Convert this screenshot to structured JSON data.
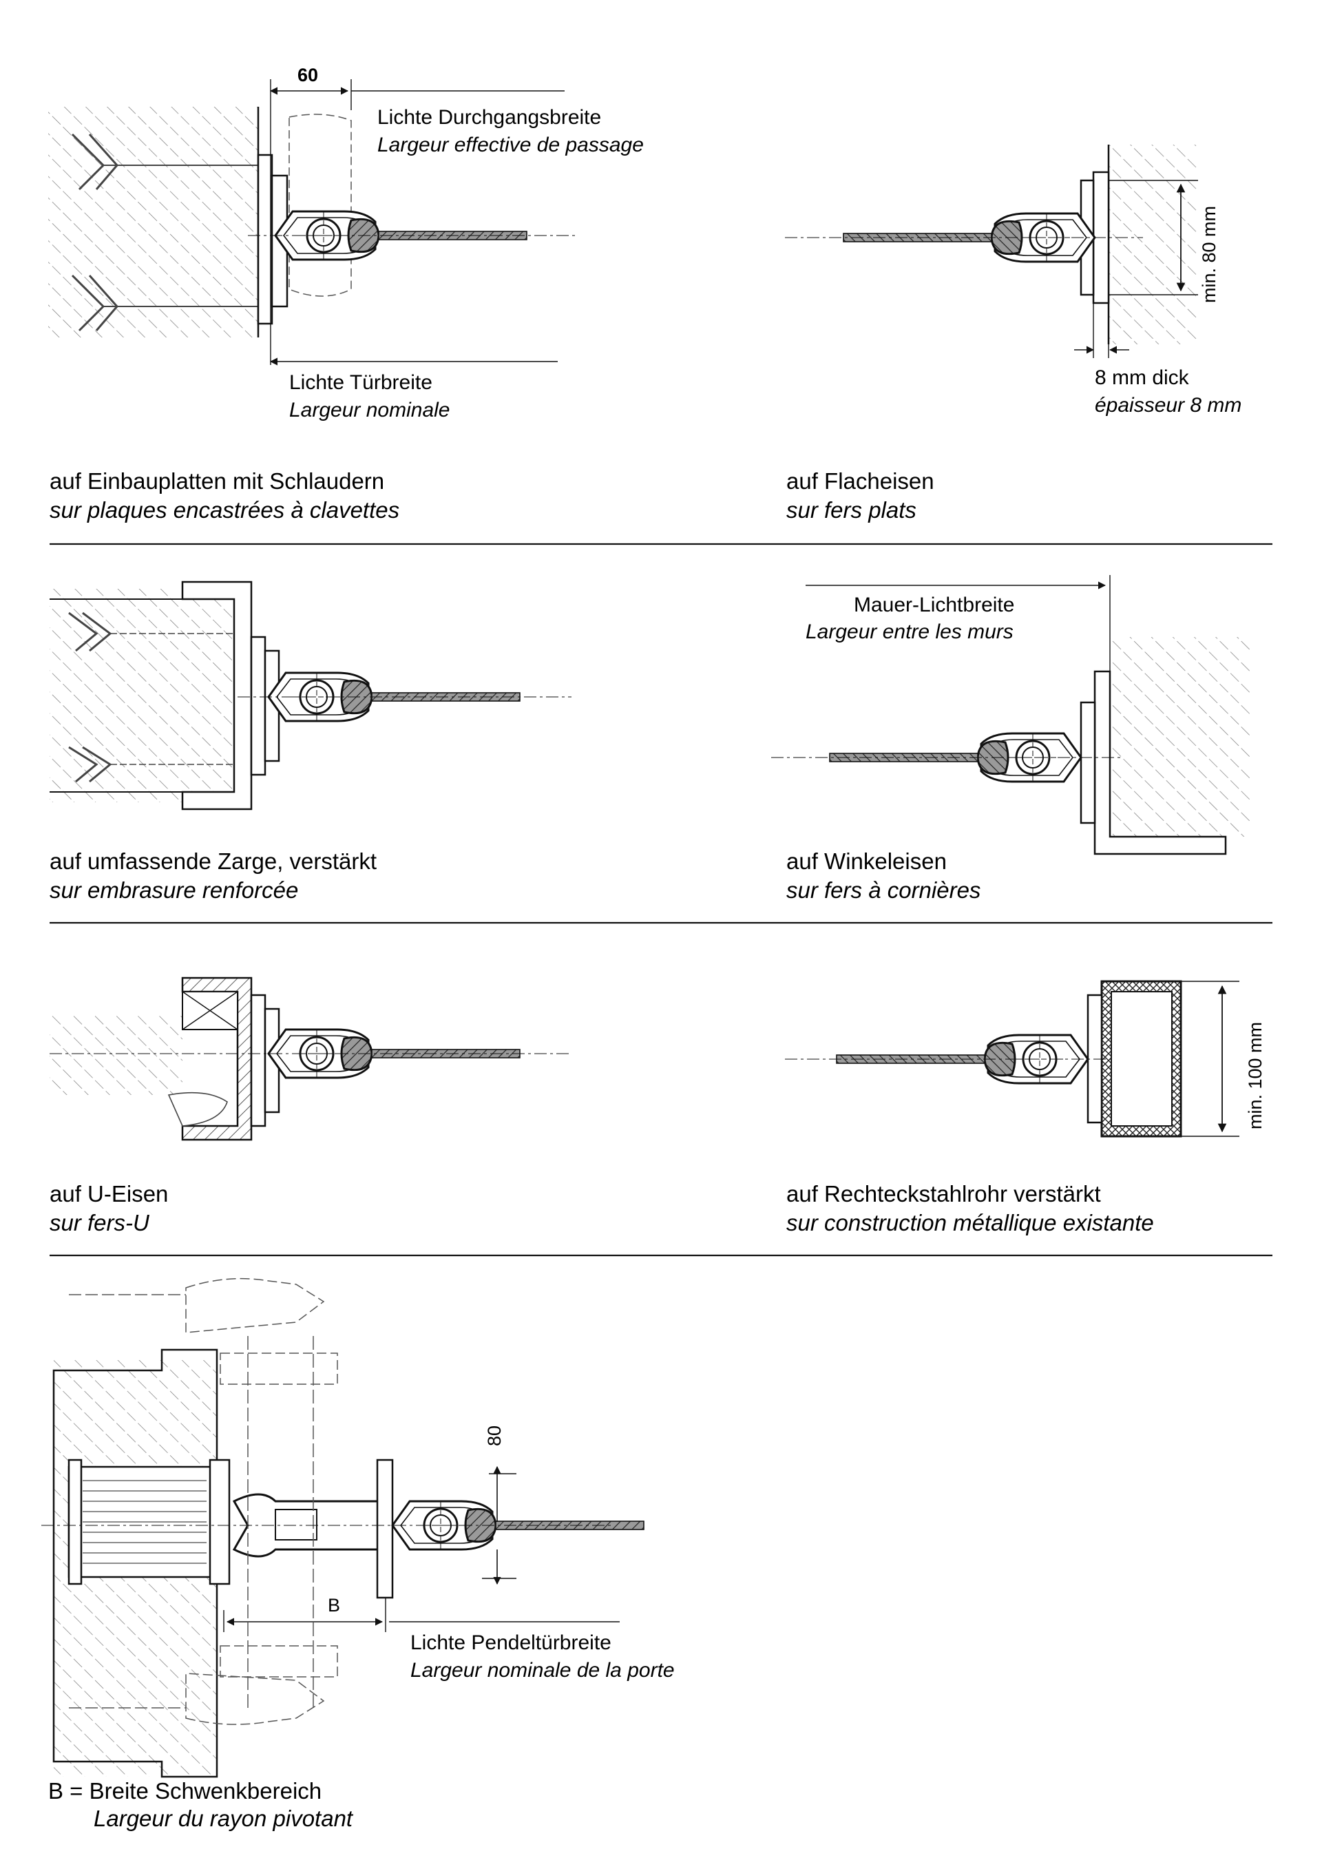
{
  "figures": [
    {
      "id": "fig1",
      "dimension": "60",
      "labels": [
        {
          "de": "Lichte Durchgangsbreite",
          "fr": "Largeur effective de passage"
        },
        {
          "de": "Lichte Türbreite",
          "fr": "Largeur nominale"
        }
      ],
      "caption": {
        "de": "auf Einbauplatten mit Schlaudern",
        "fr": "sur plaques encastrées à clavettes"
      }
    },
    {
      "id": "fig2",
      "dimension": "min. 80 mm",
      "labels": [
        {
          "de": "8 mm dick",
          "fr": "épaisseur 8 mm"
        }
      ],
      "caption": {
        "de": "auf Flacheisen",
        "fr": "sur fers plats"
      }
    },
    {
      "id": "fig3",
      "caption": {
        "de": "auf umfassende Zarge, verstärkt",
        "fr": "sur embrasure renforcée"
      }
    },
    {
      "id": "fig4",
      "labels": [
        {
          "de": "Mauer-Lichtbreite",
          "fr": "Largeur entre les murs"
        }
      ],
      "caption": {
        "de": "auf Winkeleisen",
        "fr": "sur fers à cornières"
      }
    },
    {
      "id": "fig5",
      "caption": {
        "de": "auf U-Eisen",
        "fr": "sur fers-U"
      }
    },
    {
      "id": "fig6",
      "dimension": "min. 100 mm",
      "caption": {
        "de": "auf Rechteckstahlrohr verstärkt",
        "fr": "sur construction métallique existante"
      }
    },
    {
      "id": "fig7",
      "dimension": "80",
      "dimension_b": "B",
      "labels": [
        {
          "de": "Lichte Pendeltürbreite",
          "fr": "Largeur nominale de la porte"
        }
      ],
      "legend": {
        "de": "B = Breite Schwenkbereich",
        "fr": "Largeur du rayon pivotant"
      }
    }
  ],
  "colors": {
    "ink": "#1a1a1a",
    "hatch": "#6a6a6a",
    "paper": "#ffffff"
  }
}
